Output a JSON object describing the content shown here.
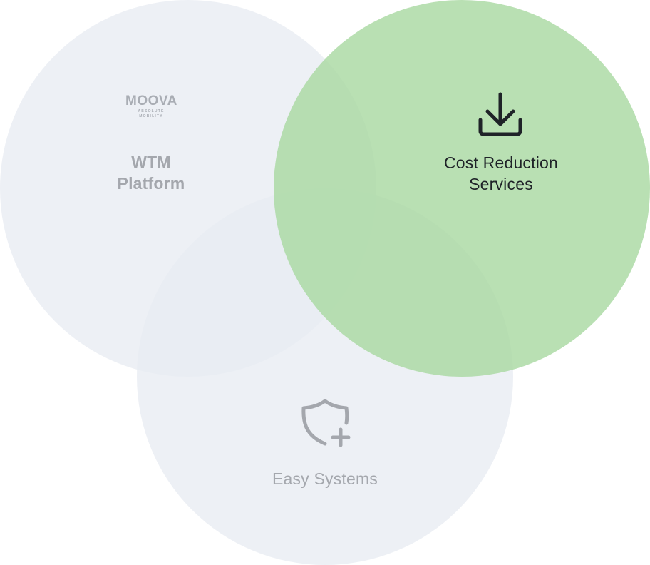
{
  "diagram": {
    "circles": [
      {
        "id": "wtm",
        "label_line1": "WTM",
        "label_line2": "Platform",
        "logo": {
          "wordmark": "MOOVA",
          "tagline": "ABSOLUTE MOBILITY"
        },
        "color": "#e8ecf2",
        "text_color": "#a4a7ad"
      },
      {
        "id": "cost",
        "label_line1": "Cost Reduction",
        "label_line2": "Services",
        "icon": "download-tray-icon",
        "color": "#a8d8a0",
        "text_color": "#1f2328"
      },
      {
        "id": "easy",
        "label": "Easy Systems",
        "icon": "shield-plus-icon",
        "color": "#e8ecf2",
        "text_color": "#a4a7ad"
      }
    ]
  }
}
